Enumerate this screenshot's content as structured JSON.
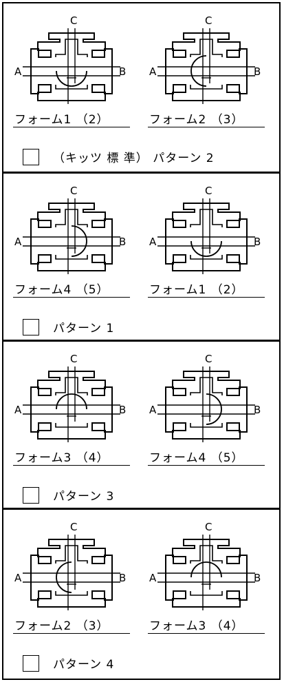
{
  "ports": {
    "top": "C",
    "left": "A",
    "right": "B"
  },
  "panels": [
    {
      "valves": [
        {
          "form_label": "フォーム1 （2）",
          "ball": "bottom"
        },
        {
          "form_label": "フォーム2 （3）",
          "ball": "left"
        }
      ],
      "pattern_label": "（キッツ 標 準） パターン 2"
    },
    {
      "valves": [
        {
          "form_label": "フォーム4 （5）",
          "ball": "right"
        },
        {
          "form_label": "フォーム1 （2）",
          "ball": "bottom"
        }
      ],
      "pattern_label": "パターン 1"
    },
    {
      "valves": [
        {
          "form_label": "フォーム3 （4）",
          "ball": "top"
        },
        {
          "form_label": "フォーム4 （5）",
          "ball": "right"
        }
      ],
      "pattern_label": "パターン 3"
    },
    {
      "valves": [
        {
          "form_label": "フォーム2 （3）",
          "ball": "left"
        },
        {
          "form_label": "フォーム3 （4）",
          "ball": "top"
        }
      ],
      "pattern_label": "パターン 4"
    }
  ]
}
